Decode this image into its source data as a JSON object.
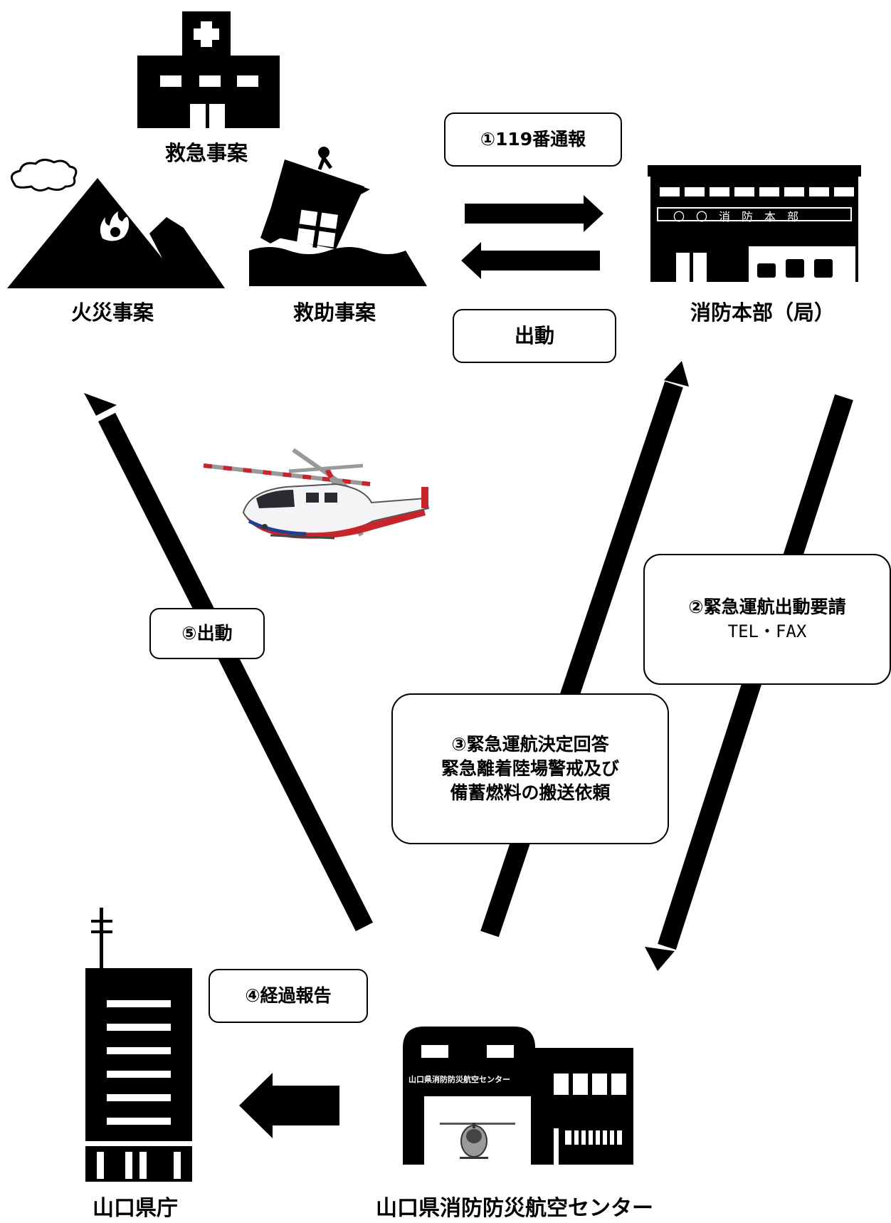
{
  "nodes": {
    "emergency_case": "救急事案",
    "fire_case": "火災事案",
    "rescue_case": "救助事案",
    "fire_hq": "消防本部（局）",
    "fire_hq_sign": "〇　〇　消　防　本　部",
    "prefecture_office": "山口県庁",
    "air_center": "山口県消防防災航空センター",
    "air_center_sign": "山口県消防防災航空センター"
  },
  "steps": {
    "step1": "①119番通報",
    "dispatch": "出動",
    "step2_title": "②緊急運航出動要請",
    "step2_sub": "TEL・FAX",
    "step3_line1": "③緊急運航決定回答",
    "step3_line2": "緊急離着陸場警戒及び",
    "step3_line3": "備蓄燃料の搬送依頼",
    "step4": "④経過報告",
    "step5": "⑤出動"
  },
  "colors": {
    "ink": "#000000",
    "paper": "#ffffff",
    "heli_red": "#c8242b",
    "heli_blue": "#1f3f8f"
  }
}
